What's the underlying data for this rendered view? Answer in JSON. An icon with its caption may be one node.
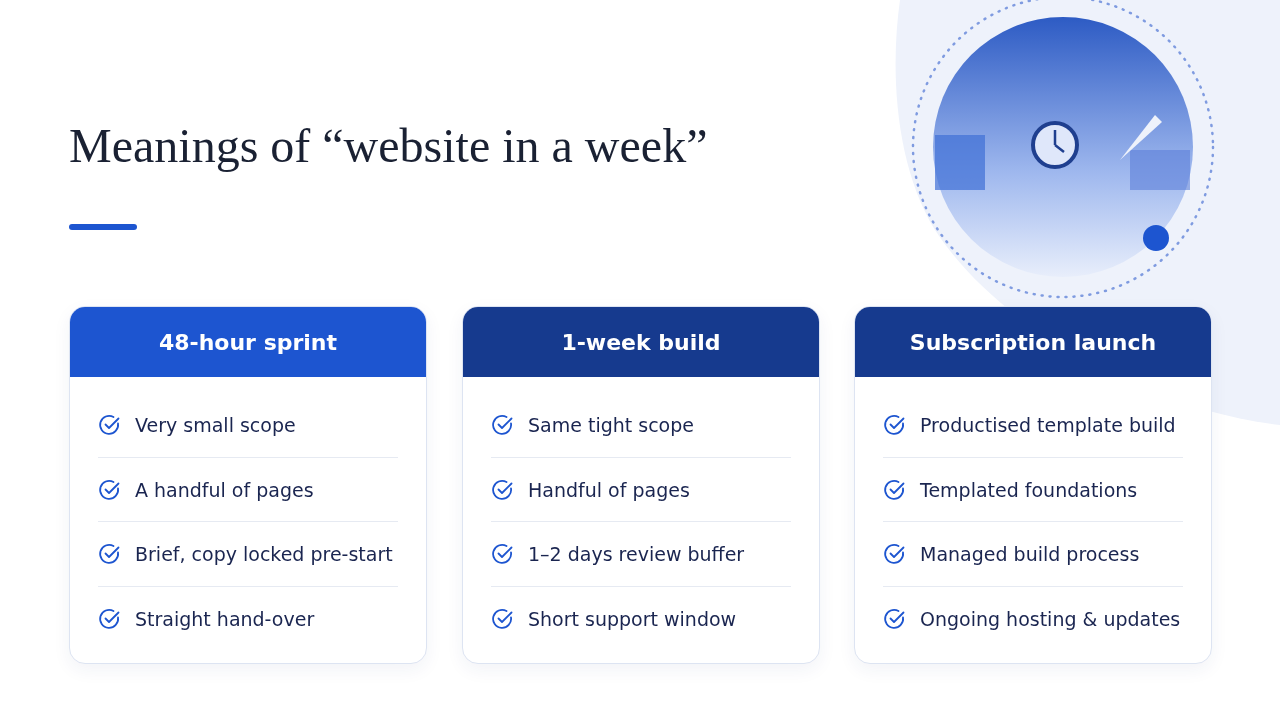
{
  "diagram": {
    "title": "Meanings of “website in a week”",
    "nodes": [
      {
        "text": [
          "48-hour sprint",
          "Very small scope",
          "A handful of pages",
          "Brief, copy locked pre-start",
          "Straight hand-over"
        ]
      },
      {
        "text": [
          "1-week build",
          "Same tight scope",
          "Handful of pages",
          "1–2 days review buffer",
          "Short support window"
        ]
      },
      {
        "text": [
          "Subscription launch",
          "Productised template build",
          "Templated foundations",
          "Managed build process",
          "Ongoing hosting & updates"
        ]
      }
    ],
    "edges": []
  }
}
